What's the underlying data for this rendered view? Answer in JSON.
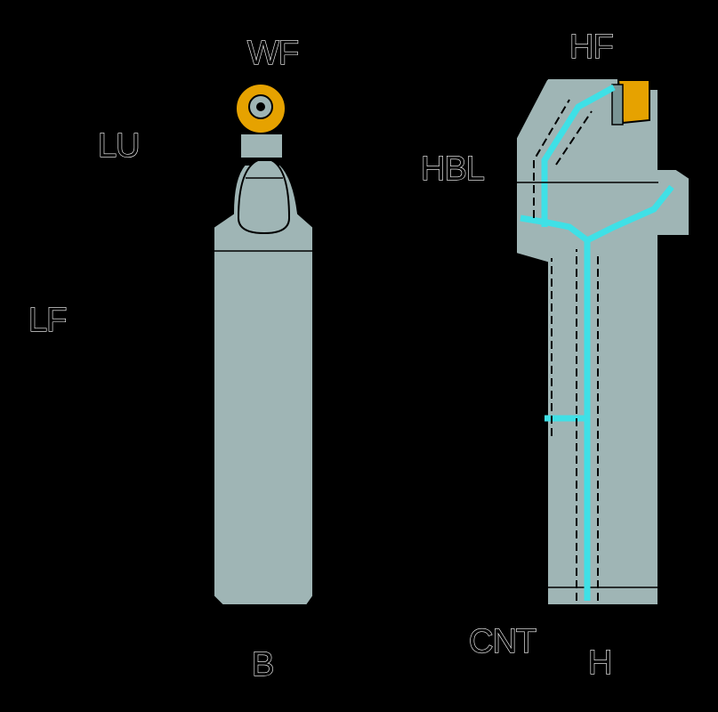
{
  "colors": {
    "background": "#000000",
    "body": "#9fb5b5",
    "coolant": "#3fe0e6",
    "insert": "#e6a200",
    "dimension_line": "#000000"
  },
  "labels": {
    "wf": "WF",
    "lu": "LU",
    "lf": "LF",
    "b": "B",
    "hf": "HF",
    "hbl": "HBL",
    "cnt": "CNT",
    "h": "H"
  }
}
